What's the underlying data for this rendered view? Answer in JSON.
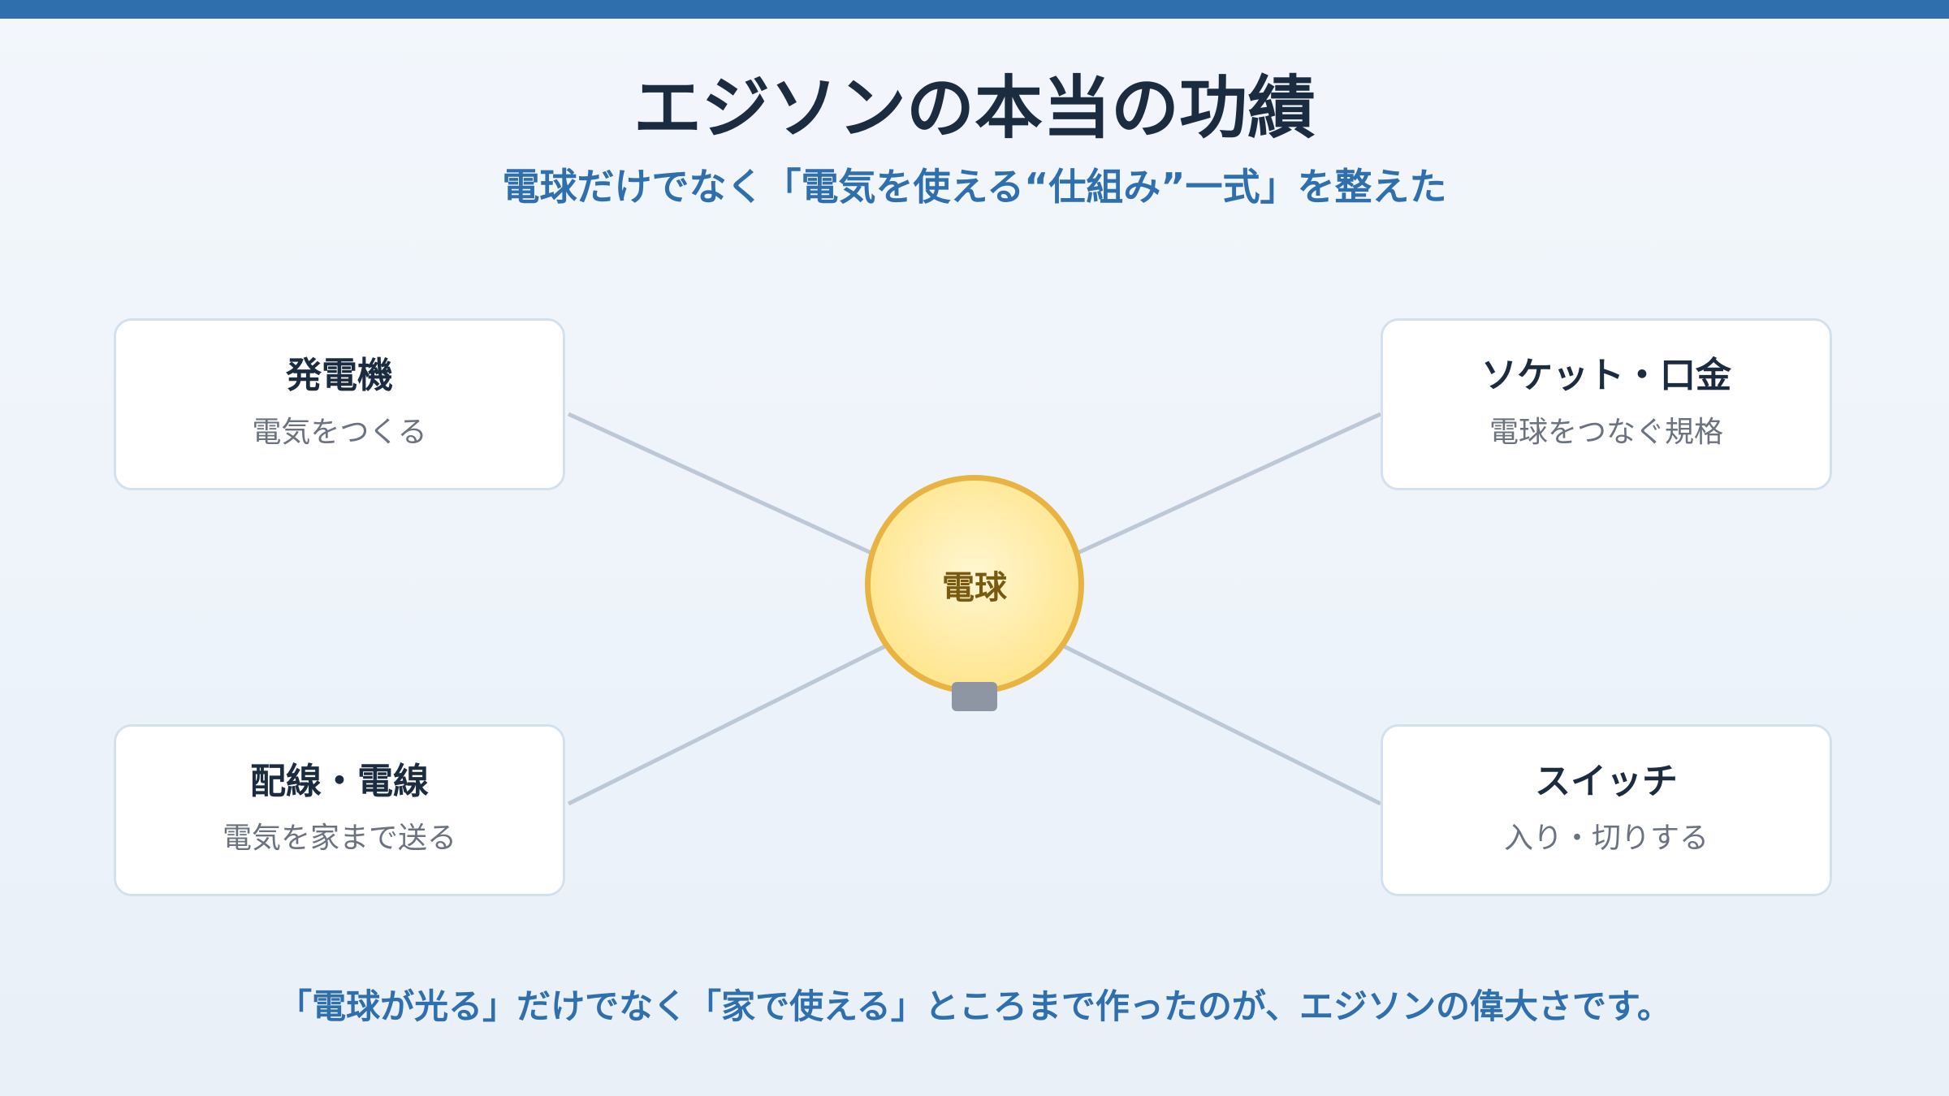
{
  "colors": {
    "accent": "#2f6fae",
    "title": "#1b2b40",
    "muted_text": "#6b7380",
    "connector": "#bdc8d6",
    "bulb_fill": "#ffe58e",
    "bulb_border": "#e8b441",
    "bulb_base": "#8e96a3"
  },
  "title": "エジソンの本当の功績",
  "subtitle": "電球だけでなく「電気を使える“仕組み”一式」を整えた",
  "center": {
    "label": "電球",
    "icon": "light-bulb-icon"
  },
  "components": [
    {
      "title": "発電機",
      "description": "電気をつくる"
    },
    {
      "title": "ソケット・口金",
      "description": "電球をつなぐ規格"
    },
    {
      "title": "配線・電線",
      "description": "電気を家まで送る"
    },
    {
      "title": "スイッチ",
      "description": "入り・切りする"
    }
  ],
  "footer": "「電球が光る」だけでなく「家で使える」ところまで作ったのが、エジソンの偉大さです。"
}
